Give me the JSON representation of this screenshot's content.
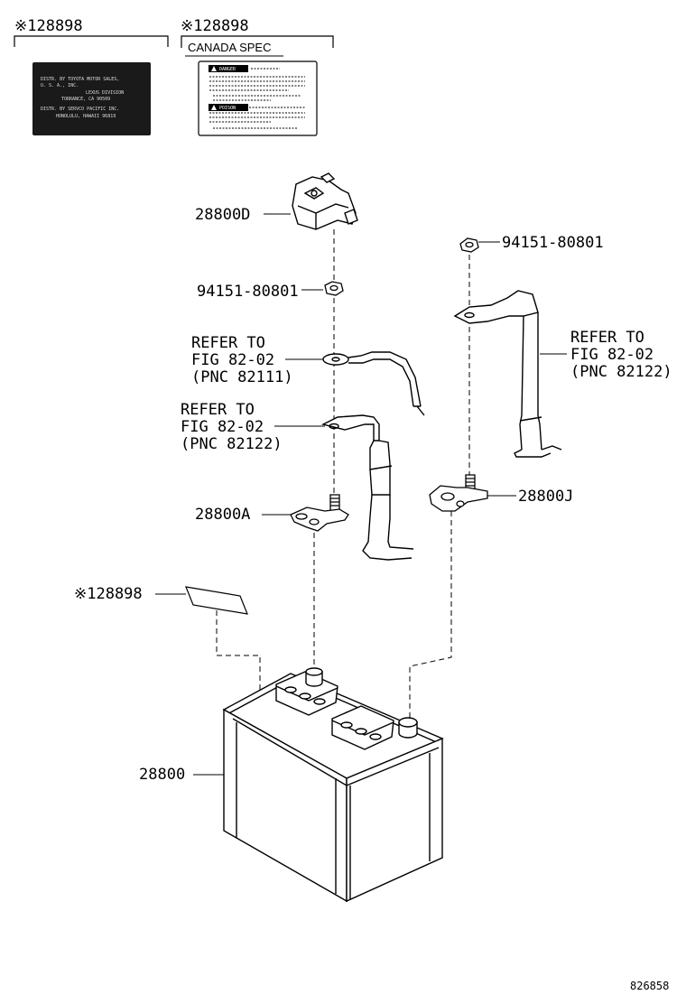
{
  "labels": {
    "label1_title": "※128898",
    "label2_title": "※128898",
    "canada_spec": "CANADA SPEC",
    "bottom_label_part": "※128898",
    "cover": "28800D",
    "nut_left": "94151-80801",
    "nut_right": "94151-80801",
    "refer_left_top": [
      "REFER TO",
      "FIG 82-02",
      "(PNC 82111)"
    ],
    "refer_left_mid": [
      "REFER TO",
      "FIG 82-02",
      "(PNC 82122)"
    ],
    "refer_right": [
      "REFER TO",
      "FIG 82-02",
      "(PNC 82122)"
    ],
    "clamp_a": "28800A",
    "clamp_j": "28800J",
    "battery": "28800",
    "figure_id": "826858"
  },
  "black_label_text": [
    "DISTR. BY TOYOTA MOTOR SALES,",
    "U. S. A., INC.",
    "LEXUS DIVISION",
    "TORRANCE, CA          90509",
    "DISTR. BY SERVCO PACIFIC INC.",
    "HONOLULU, HAWAII        96819"
  ],
  "warning_label_text": {
    "danger": "DANGER",
    "poison": "POISON"
  },
  "colors": {
    "line": "#000000",
    "label_bg": "#1a1a1a",
    "background": "#ffffff"
  }
}
